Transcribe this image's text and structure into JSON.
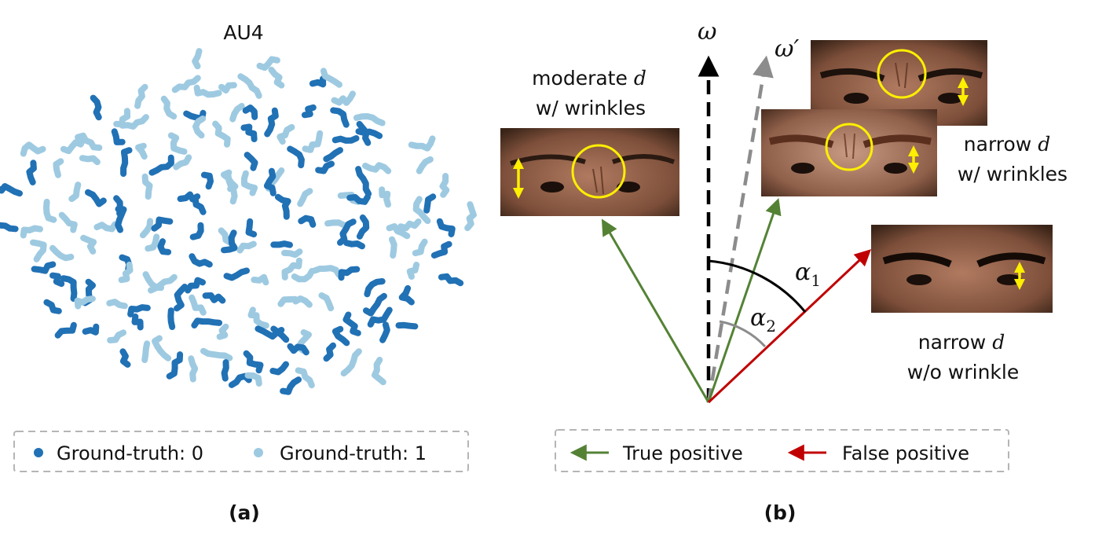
{
  "panel_a": {
    "title": "AU4",
    "legend": [
      {
        "label": "Ground-truth: 0",
        "color": "#2171b5"
      },
      {
        "label": "Ground-truth: 1",
        "color": "#9ecae1"
      }
    ],
    "caption": "(a)"
  },
  "panel_b": {
    "omega": "ω",
    "omega_prime": "ω′",
    "alpha": "α",
    "alpha1_sub": "1",
    "alpha2_sub": "2",
    "d_symbol": "d",
    "moderate": {
      "line1_prefix": "moderate ",
      "line2": "w/ wrinkles"
    },
    "narrow_wrinkles": {
      "line1_prefix": "narrow ",
      "line2": "w/ wrinkles"
    },
    "narrow_no_wrinkle": {
      "line1_prefix": "narrow ",
      "line2": "w/o wrinkle"
    },
    "legend": [
      {
        "label": "True positive",
        "color": "#548235"
      },
      {
        "label": "False positive",
        "color": "#c00000"
      }
    ],
    "caption": "(b)",
    "colors": {
      "true_positive": "#548235",
      "false_positive": "#c00000",
      "omega": "#000000",
      "omega_prime": "#8c8c8c",
      "marker": "#ffef00"
    }
  }
}
